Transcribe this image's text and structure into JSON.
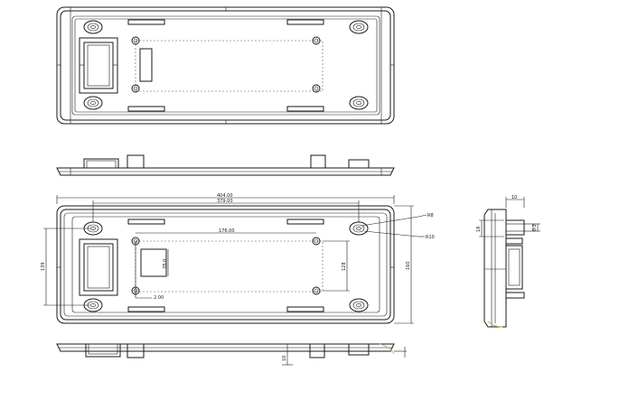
{
  "dimensions": {
    "overall_length": "404.00",
    "inner_length": "379.00",
    "hole_pitch_x": "176.00",
    "height_left": "139",
    "inner_height": "78.0",
    "hole_pitch_y": "128",
    "overall_height": "160",
    "radius_small": "R8",
    "radius_large": "R10",
    "side_width": "10",
    "side_offset": "0.2",
    "small_radius": "2.00",
    "side_depth": "18",
    "bottom_thickness": "10"
  },
  "colors": {
    "line": "#1a1a1a",
    "accent": "#c8b27a"
  }
}
